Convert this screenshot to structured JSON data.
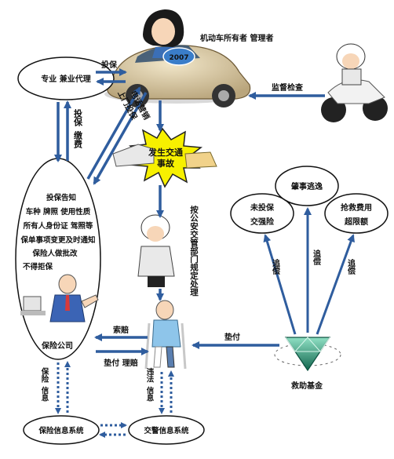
{
  "nodes": {
    "owner_manager": "机动车所有者  管理者",
    "agent": "专业  兼业代理",
    "accident": [
      "发生交通",
      "事故"
    ],
    "insurance_company": "保险公司",
    "insurance_info": "保险信息系统",
    "traffic_info": "交警信息系统",
    "rescue_fund": "救助基金",
    "no_insurance": [
      "未投保",
      "交强险"
    ],
    "hit_run": [
      "肇事逃逸",
      ""
    ],
    "over_limit": [
      "抢救费用",
      "超限额"
    ]
  },
  "badge": "2007",
  "big_note": [
    "投保告知",
    "车种  牌照  使用性质",
    "所有人身份证  驾照等",
    "保单事项变更及时通知",
    "保险人做批改",
    "不得拒保"
  ],
  "labels": {
    "insure": "投保",
    "supervise": "监督检查",
    "insure_pay": [
      "投保",
      "缴费"
    ],
    "direct_insure": [
      "上门投保",
      "电话营销"
    ],
    "police_handle": [
      "按公安交管部门规定处理"
    ],
    "claim": "索赔",
    "advance_settle": "垫付  理赔",
    "advance_pay": "垫付",
    "insurance_info_v": [
      "保险",
      "信息"
    ],
    "violation_info_v": [
      "违法",
      "信息"
    ],
    "recover": "追偿"
  },
  "colors": {
    "arrow": "#2f5d9e",
    "burst": "#f7f000",
    "gem": "#1b8a6b"
  }
}
